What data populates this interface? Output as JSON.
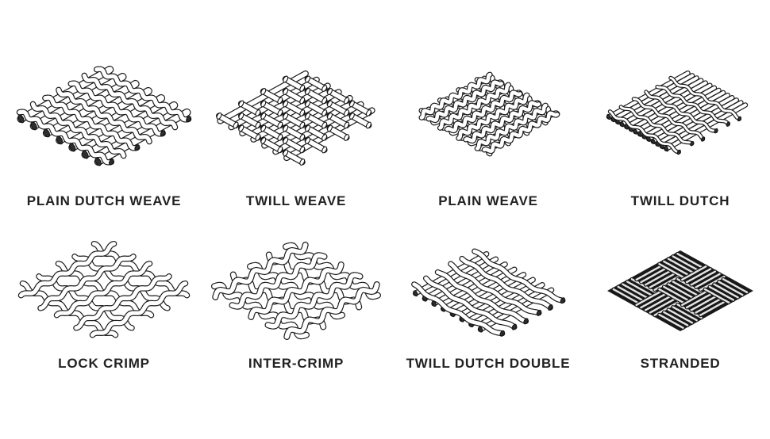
{
  "page": {
    "background": "#ffffff"
  },
  "colors": {
    "ink": "#1b1b1b",
    "paper": "#ffffff",
    "label": "#222222",
    "cap": "#2e2e2e",
    "stranded_bg": "#151515",
    "stranded_wire": "#e4e4e4"
  },
  "panels": [
    {
      "label": "PLAIN DUTCH WEAVE",
      "weave_type": "plain-dutch"
    },
    {
      "label": "TWILL WEAVE",
      "weave_type": "twill"
    },
    {
      "label": "PLAIN WEAVE",
      "weave_type": "plain"
    },
    {
      "label": "TWILL DUTCH",
      "weave_type": "twill-dutch"
    },
    {
      "label": "LOCK CRIMP",
      "weave_type": "lock-crimp"
    },
    {
      "label": "INTER-CRIMP",
      "weave_type": "inter-crimp"
    },
    {
      "label": "TWILL DUTCH DOUBLE",
      "weave_type": "twill-dutch-double"
    },
    {
      "label": "STRANDED",
      "weave_type": "stranded"
    }
  ]
}
